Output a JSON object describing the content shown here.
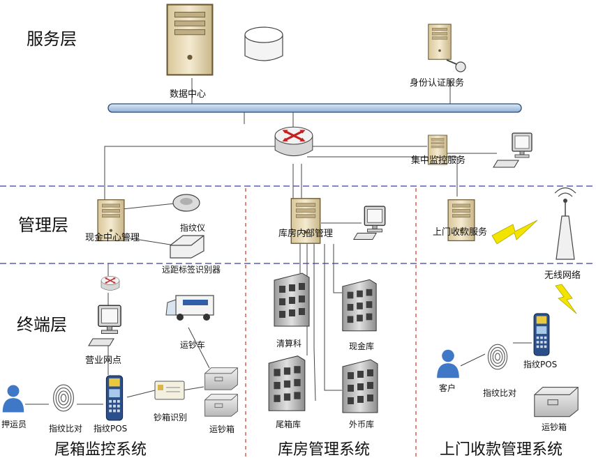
{
  "layers": {
    "service": "服务层",
    "management": "管理层",
    "terminal": "终端层"
  },
  "nodes": {
    "data_center": "数据中心",
    "identity_service": "身份认证服务",
    "central_monitor": "集中监控服务",
    "cash_center_mgmt": "现金中心管理",
    "fingerprint_device": "指纹仪",
    "remote_tag_reader": "远距标签识别器",
    "vault_internal_mgmt": "库房内部管理",
    "doorstep_collection": "上门收款服务",
    "wireless_network": "无线网络",
    "business_outlet": "营业网点",
    "cash_truck": "运钞车",
    "escort": "押运员",
    "fingerprint_compare_left": "指纹比对",
    "fingerprint_pos_left": "指纹POS",
    "box_identify": "钞箱识别",
    "cash_box_left": "运钞箱",
    "clearing_dept": "清算科",
    "cash_vault": "现金库",
    "tail_box_vault": "尾箱库",
    "foreign_currency_vault": "外币库",
    "customer": "客户",
    "fingerprint_compare_right": "指纹比对",
    "fingerprint_pos_right": "指纹POS",
    "cash_box_right": "运钞箱"
  },
  "systems": {
    "tail_box_monitor": "尾箱监控系统",
    "vault_mgmt": "库房管理系统",
    "doorstep_mgmt": "上门收款管理系统"
  },
  "colors": {
    "layer_divider": "#3a3aa8",
    "bus": "#b9d0ea",
    "bus_border": "#2d4a70",
    "server_body": "#efe3c4",
    "router": "#cc2222",
    "lightning": "#f3e400"
  }
}
